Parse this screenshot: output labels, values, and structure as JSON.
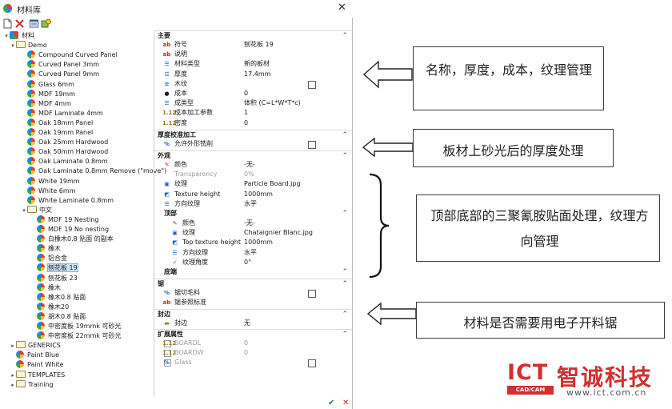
{
  "window": {
    "title": "材料库"
  },
  "tree": [
    {
      "label": "材料",
      "depth": 0,
      "icon": "root",
      "twisty": "▾"
    },
    {
      "label": "Demo",
      "depth": 1,
      "icon": "folder",
      "twisty": "▾"
    },
    {
      "label": "Compound Curved Panel",
      "depth": 2,
      "icon": "ball"
    },
    {
      "label": "Curved Panel 3mm",
      "depth": 2,
      "icon": "ball"
    },
    {
      "label": "Curved Panel 9mm",
      "depth": 2,
      "icon": "ball"
    },
    {
      "label": "Glass 6mm",
      "depth": 2,
      "icon": "ball"
    },
    {
      "label": "MDF 19mm",
      "depth": 2,
      "icon": "ball"
    },
    {
      "label": "MDF 4mm",
      "depth": 2,
      "icon": "ball"
    },
    {
      "label": "MDF Laminate 4mm",
      "depth": 2,
      "icon": "ball"
    },
    {
      "label": "Oak 18mm Panel",
      "depth": 2,
      "icon": "ball"
    },
    {
      "label": "Oak 19mm Panel",
      "depth": 2,
      "icon": "ball"
    },
    {
      "label": "Oak 25mm Hardwood",
      "depth": 2,
      "icon": "ball"
    },
    {
      "label": "Oak 50mm Hardwood",
      "depth": 2,
      "icon": "ball"
    },
    {
      "label": "Oak Laminate 0.8mm",
      "depth": 2,
      "icon": "ball"
    },
    {
      "label": "Oak Laminate 0.8mm Remove (\"move\")",
      "depth": 2,
      "icon": "ball"
    },
    {
      "label": "White 19mm",
      "depth": 2,
      "icon": "ball"
    },
    {
      "label": "White 6mm",
      "depth": 2,
      "icon": "ball"
    },
    {
      "label": "White Laminate 0.8mm",
      "depth": 2,
      "icon": "ball"
    },
    {
      "label": "中文",
      "depth": 2,
      "icon": "folder",
      "twisty": "▾"
    },
    {
      "label": "MDF 19 Nesting",
      "depth": 3,
      "icon": "ball"
    },
    {
      "label": "MDF 19 No nesting",
      "depth": 3,
      "icon": "ball"
    },
    {
      "label": "白橡木0.8 贴面 的副本",
      "depth": 3,
      "icon": "ball"
    },
    {
      "label": "橡木",
      "depth": 3,
      "icon": "ball"
    },
    {
      "label": "铝合金",
      "depth": 3,
      "icon": "ball"
    },
    {
      "label": "刨花板 19",
      "depth": 3,
      "icon": "ball",
      "selected": true
    },
    {
      "label": "刨花板 23",
      "depth": 3,
      "icon": "ball"
    },
    {
      "label": "橡木",
      "depth": 3,
      "icon": "ball"
    },
    {
      "label": "橡木0.8 贴面",
      "depth": 3,
      "icon": "ball"
    },
    {
      "label": "橡木20",
      "depth": 3,
      "icon": "ball"
    },
    {
      "label": "胡木0.8 贴面",
      "depth": 3,
      "icon": "ball"
    },
    {
      "label": "中密度板 19mmk 可砂光",
      "depth": 3,
      "icon": "ball"
    },
    {
      "label": "中密度板 22mmk 可砂光",
      "depth": 3,
      "icon": "ball"
    },
    {
      "label": "GENERICS",
      "depth": 1,
      "icon": "folder",
      "twisty": "▸"
    },
    {
      "label": "Paint Blue",
      "depth": 1,
      "icon": "ball"
    },
    {
      "label": "Paint White",
      "depth": 1,
      "icon": "ball"
    },
    {
      "label": "TEMPLATES",
      "depth": 1,
      "icon": "folder",
      "twisty": "▸"
    },
    {
      "label": "Training",
      "depth": 1,
      "icon": "folder",
      "twisty": "▸"
    }
  ],
  "props": {
    "main": {
      "title": "主要",
      "rows": [
        {
          "icon": "ab",
          "name": "符号",
          "value": "刨花板 19"
        },
        {
          "icon": "ab",
          "name": "说明",
          "value": ""
        },
        {
          "icon": "list",
          "name": "材料类型",
          "value": "新的板材"
        },
        {
          "icon": "list",
          "name": "厚度",
          "value": "17.4mm"
        },
        {
          "icon": "grain",
          "name": "木纹",
          "value": "",
          "checkbox": true
        },
        {
          "icon": "coin",
          "name": "成本",
          "value": "0"
        },
        {
          "icon": "list",
          "name": "成类型",
          "value": "体积 (C=L*W*T*c)"
        },
        {
          "icon": "num",
          "name": "成本加工参数",
          "value": "1"
        },
        {
          "icon": "num",
          "name": "密度",
          "value": "0"
        }
      ]
    },
    "thickness": {
      "title": "厚度校准加工",
      "rows": [
        {
          "icon": "pct",
          "name": "允许外形铣削",
          "value": "",
          "checkbox": true
        }
      ]
    },
    "appearance": {
      "title": "外观",
      "rows": [
        {
          "icon": "brush",
          "name": "颜色",
          "value": "-无-"
        },
        {
          "icon": "",
          "name": "Transparency",
          "value": "0%",
          "gray": true
        },
        {
          "icon": "img",
          "name": "纹理",
          "value": "Particle Board.jpg"
        },
        {
          "icon": "diag",
          "name": "Texture height",
          "value": "1000mm"
        },
        {
          "icon": "list",
          "name": "方向纹理",
          "value": "水平"
        }
      ],
      "top": {
        "title": "顶部",
        "rows": [
          {
            "icon": "brush",
            "name": "颜色",
            "value": "-无-"
          },
          {
            "icon": "img",
            "name": "纹理",
            "value": "Chataignier Blanc.jpg"
          },
          {
            "icon": "diag",
            "name": "Top texture height",
            "value": "1000mm"
          },
          {
            "icon": "list",
            "name": "方向纹理",
            "value": "水平"
          },
          {
            "icon": "check",
            "name": "纹理角度",
            "value": "0°"
          }
        ]
      },
      "bottom": {
        "title": "底端"
      }
    },
    "saw": {
      "title": "锯",
      "rows": [
        {
          "icon": "pct",
          "name": "锯切毛料",
          "value": "",
          "checkbox": true
        },
        {
          "icon": "ab",
          "name": "锯参照标准",
          "value": ""
        }
      ]
    },
    "edge": {
      "title": "封边",
      "rows": [
        {
          "icon": "edge",
          "name": "封边",
          "value": "无"
        }
      ]
    },
    "ext": {
      "title": "扩展属性",
      "rows": [
        {
          "icon": "num",
          "name": "BOARDL",
          "value": "0",
          "gray": true,
          "leftbox": true
        },
        {
          "icon": "num",
          "name": "BOARDW",
          "value": "0",
          "gray": true,
          "leftbox": true
        },
        {
          "icon": "pct",
          "name": "Glass",
          "value": "",
          "gray": true,
          "leftbox": true,
          "checkbox": true
        }
      ]
    }
  },
  "callouts": [
    {
      "text": "名称，厚度，成本，纹理管理"
    },
    {
      "text": "板材上砂光后的厚度处理"
    },
    {
      "text": "顶部底部的三聚氰胺贴面处理，纹理方向管理"
    },
    {
      "text": "材料是否需要用电子开料锯"
    }
  ],
  "brand": {
    "ict": "ICT",
    "sub": "CAD/CAM",
    "cn": "智诚科技",
    "url": "www.ict.com.cn"
  },
  "colors": {
    "accent": "#d32f2f",
    "selection": "#cfe3f7"
  }
}
